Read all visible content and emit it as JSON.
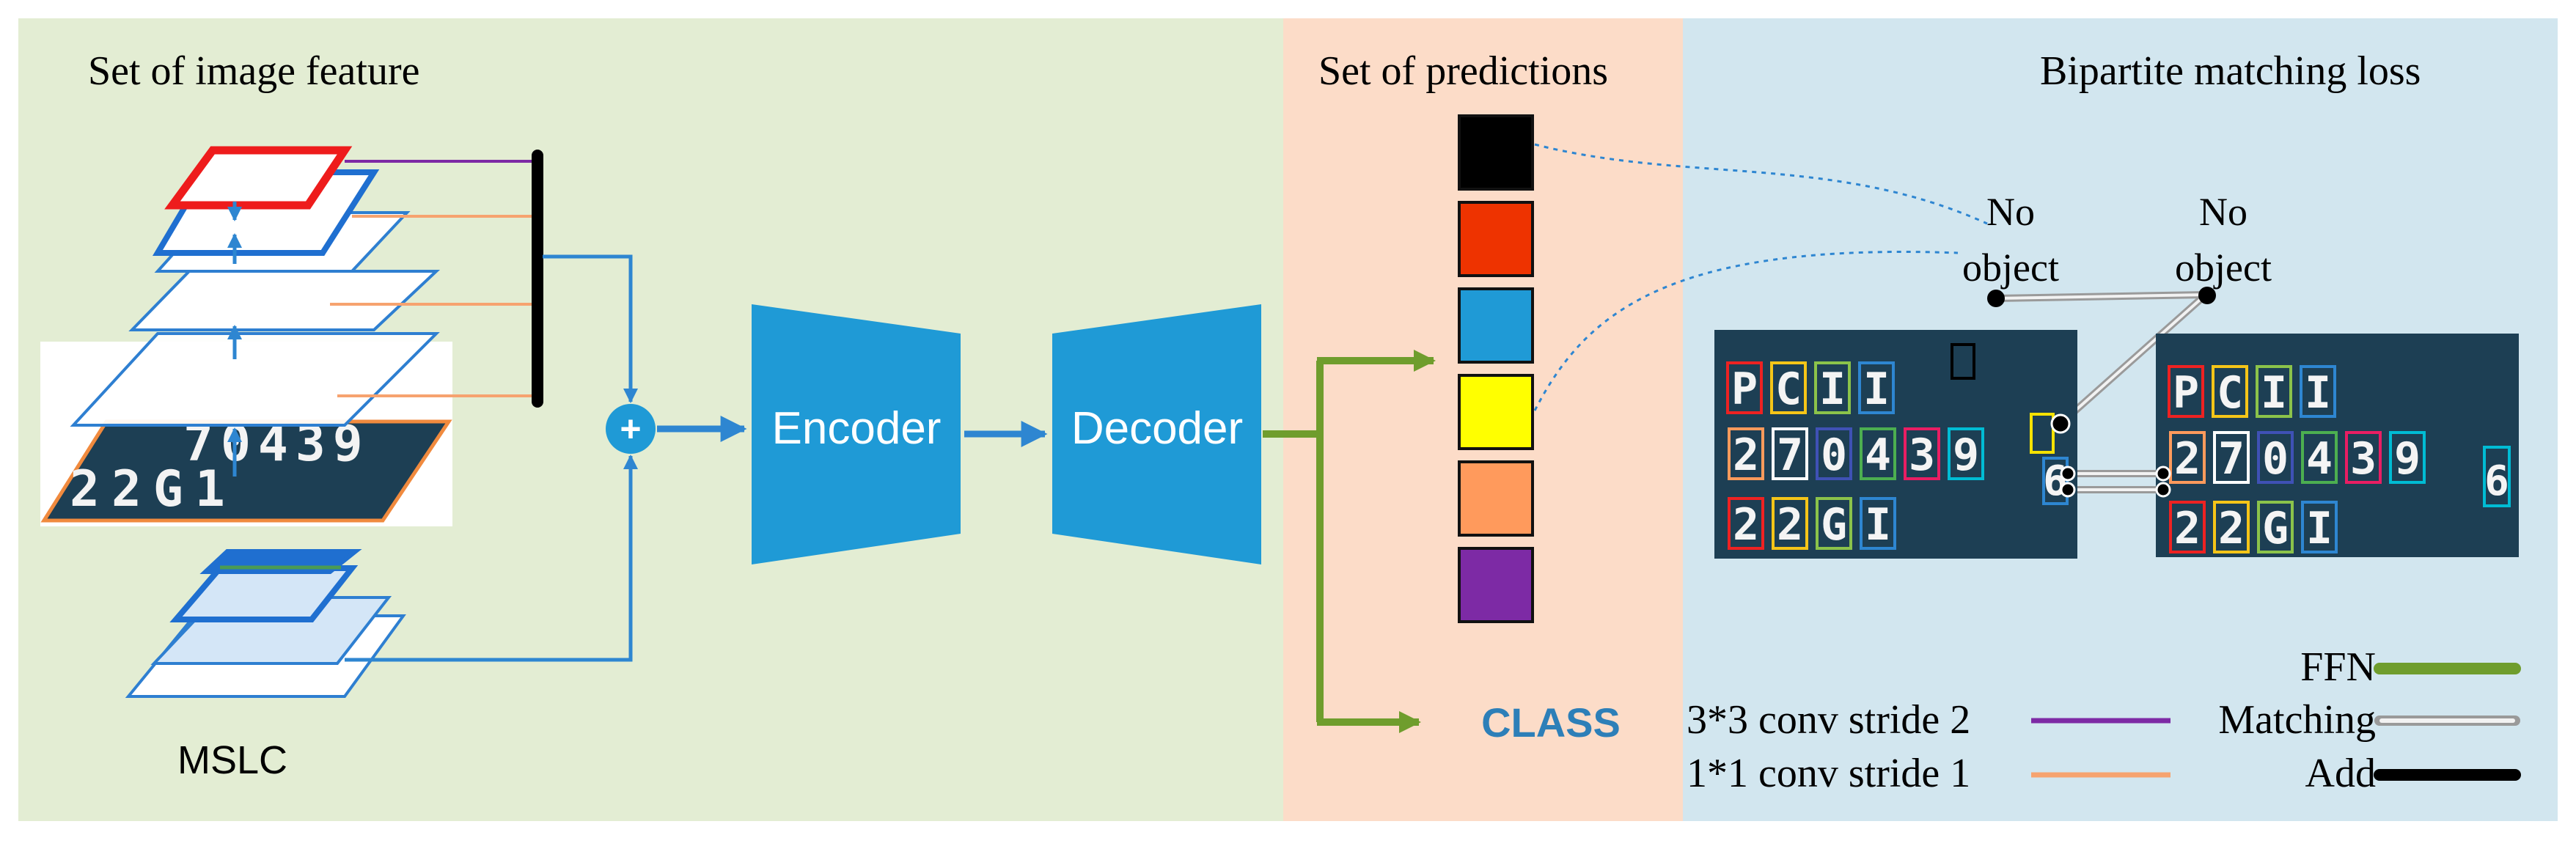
{
  "panels": {
    "features": {
      "title": "Set of image feature",
      "bg": "#e3edd3"
    },
    "predictions": {
      "title": "Set of predictions",
      "bg": "#fcdcc8"
    },
    "matching": {
      "title": "Bipartite matching loss",
      "bg": "#d2e6ef"
    }
  },
  "labels": {
    "mslc": "MSLC",
    "encoder": "Encoder",
    "decoder": "Decoder",
    "class": "CLASS",
    "plus": "+"
  },
  "sample_text": {
    "line1": "70439",
    "line2": "22G1"
  },
  "prediction_slots": [
    {
      "name": "black",
      "color": "#000000"
    },
    {
      "name": "red",
      "color": "#ee3300"
    },
    {
      "name": "blue",
      "color": "#1f9ad6"
    },
    {
      "name": "yellow",
      "color": "#ffff00"
    },
    {
      "name": "orange",
      "color": "#ff9a5c"
    },
    {
      "name": "purple",
      "color": "#7d2aa5"
    }
  ],
  "no_object": {
    "line1": "No",
    "line2": "object"
  },
  "plates": {
    "row1": [
      "P",
      "C",
      "I",
      "I"
    ],
    "row2": [
      "2",
      "7",
      "0",
      "4",
      "3",
      "9"
    ],
    "row3": [
      "2",
      "2",
      "G",
      "I"
    ],
    "extra": "6"
  },
  "legend": {
    "ffn": "FFN",
    "matching": "Matching",
    "add": "Add",
    "conv3": "3*3 conv stride 2",
    "conv1": "1*1 conv stride 1"
  },
  "colors": {
    "blue": "#1f9ad6",
    "edge_blue": "#2e7fd1",
    "green": "#6f9d2d",
    "purple": "#7d2aa5",
    "orange": "#f6a36f",
    "class_blue": "#2d7fb8",
    "plate_bg": "#1d3f54"
  }
}
